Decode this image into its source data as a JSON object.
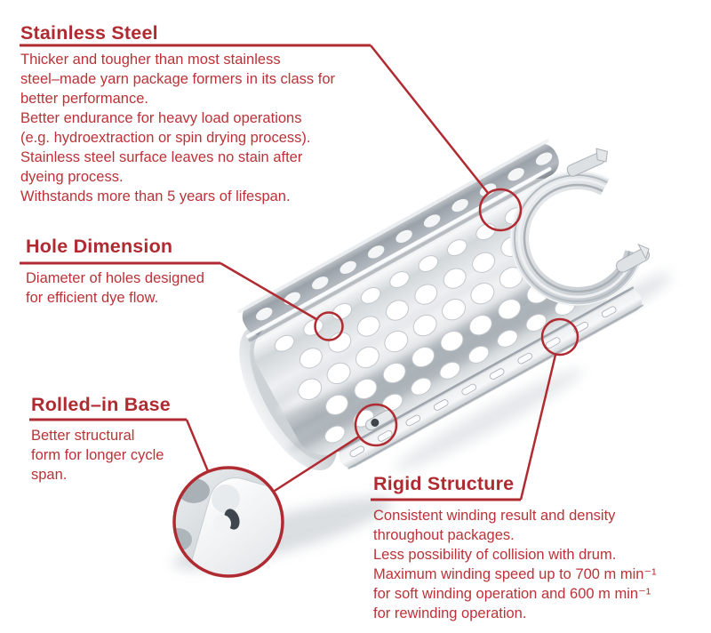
{
  "colors": {
    "accent": "#b02b31",
    "body_text": "#bb3238",
    "silver_light": "#f2f4f6",
    "silver_mid": "#c7ccd1",
    "silver_dark": "#9aa1a8",
    "background": "#ffffff"
  },
  "figure": {
    "alt": "Perforated stainless steel dye tube (yarn package former) shown in 3D with a magnified detail of the rolled-in base edge"
  },
  "callouts": {
    "stainless_steel": {
      "title": "Stainless Steel",
      "body": "Thicker and tougher than most stainless\nsteel–made yarn package formers in its class for\nbetter performance.\nBetter endurance for heavy load operations\n(e.g. hydroextraction or spin drying process).\nStainless steel surface leaves no stain after\ndyeing process.\nWithstands more than 5 years of lifespan."
    },
    "hole_dimension": {
      "title": "Hole Dimension",
      "body": "Diameter of holes designed\nfor efficient dye flow."
    },
    "rolled_in_base": {
      "title": "Rolled–in Base",
      "body": "Better structural\nform for longer cycle\nspan."
    },
    "rigid_structure": {
      "title": "Rigid Structure",
      "body": "Consistent winding result and density\nthroughout packages.\nLess possibility of collision with drum.\nMaximum winding speed up to 700 m min⁻¹\nfor soft winding operation and 600 m min⁻¹\nfor rewinding operation."
    }
  }
}
